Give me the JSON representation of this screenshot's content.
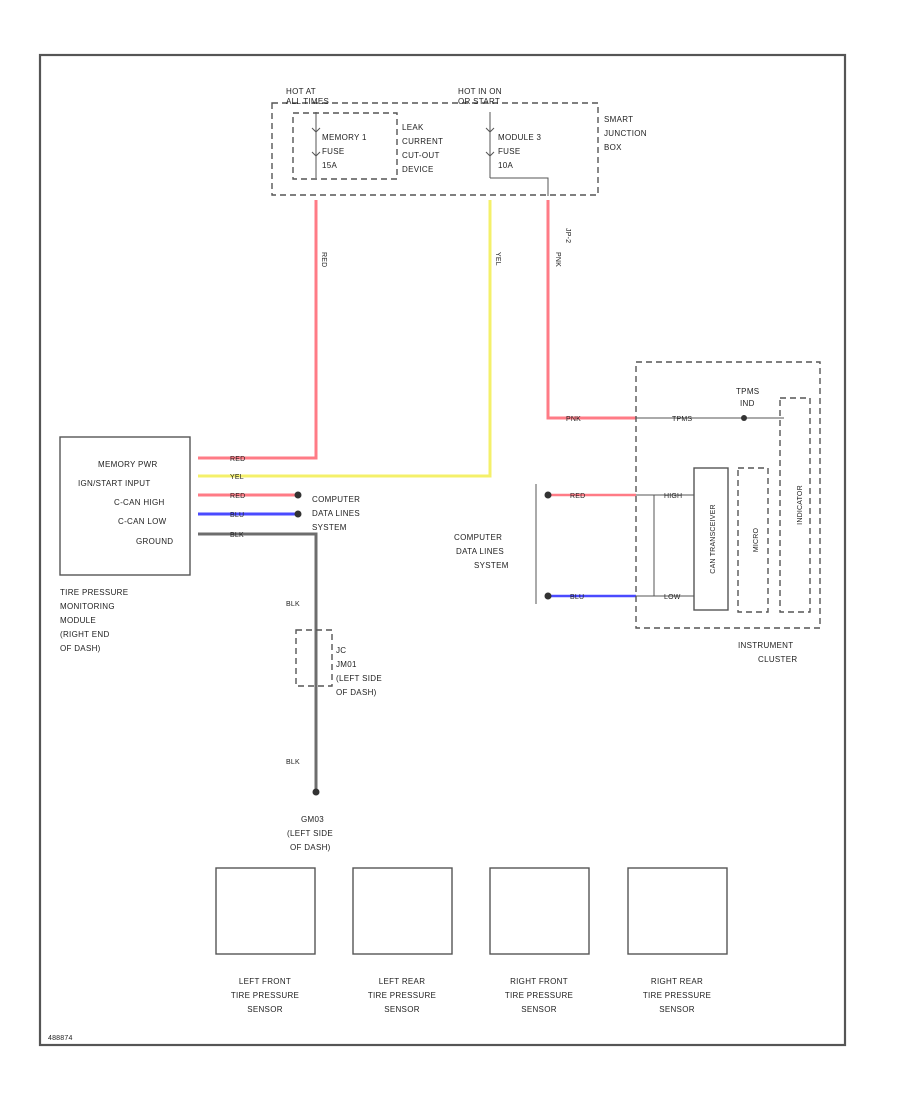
{
  "colors": {
    "red_wire": "#ff7b86",
    "yellow_wire": "#f4f06a",
    "blue_wire": "#4a4aff",
    "black_wire": "#6d6d6d",
    "line": "#555555"
  },
  "junction_box": {
    "hot_at_all_times": "HOT AT ALL TIMES",
    "hot_in_on": "HOT IN ON OR START",
    "memory_fuse": [
      "MEMORY 1",
      "FUSE",
      "15A"
    ],
    "leak_device": [
      "LEAK",
      "CURRENT",
      "CUT-OUT",
      "DEVICE"
    ],
    "module_fuse": [
      "MODULE 3",
      "FUSE",
      "10A"
    ],
    "box_name": [
      "SMART",
      "JUNCTION",
      "BOX"
    ],
    "connector": "JP-2"
  },
  "wires": {
    "red": "RED",
    "yel": "YEL",
    "pnk": "PNK",
    "blu": "BLU",
    "blk": "BLK",
    "tpms_wire": "TPMS"
  },
  "tpms_module": {
    "pins": [
      "MEMORY PWR",
      "IGN/START INPUT",
      "C-CAN HIGH",
      "C-CAN LOW",
      "GROUND"
    ],
    "name": [
      "TIRE PRESSURE",
      "MONITORING",
      "MODULE",
      "(RIGHT END",
      "OF DASH)"
    ]
  },
  "computer_data_lines": [
    "COMPUTER",
    "DATA LINES",
    "SYSTEM"
  ],
  "junction_connector": [
    "JC",
    "JM01",
    "(LEFT SIDE",
    "OF DASH)"
  ],
  "ground": [
    "GM03",
    "(LEFT SIDE",
    "OF DASH)"
  ],
  "cluster": {
    "tpms_ind": [
      "TPMS",
      "IND"
    ],
    "can_high": "HIGH",
    "can_low": "LOW",
    "transceiver": "CAN TRANSCEIVER",
    "micro": "MICRO",
    "indicator": "INDICATOR",
    "name": [
      "INSTRUMENT",
      "CLUSTER"
    ]
  },
  "sensors": [
    {
      "name": [
        "LEFT FRONT",
        "TIRE PRESSURE",
        "SENSOR"
      ]
    },
    {
      "name": [
        "LEFT REAR",
        "TIRE PRESSURE",
        "SENSOR"
      ]
    },
    {
      "name": [
        "RIGHT FRONT",
        "TIRE PRESSURE",
        "SENSOR"
      ]
    },
    {
      "name": [
        "RIGHT REAR",
        "TIRE PRESSURE",
        "SENSOR"
      ]
    }
  ],
  "figure_id": "488874"
}
